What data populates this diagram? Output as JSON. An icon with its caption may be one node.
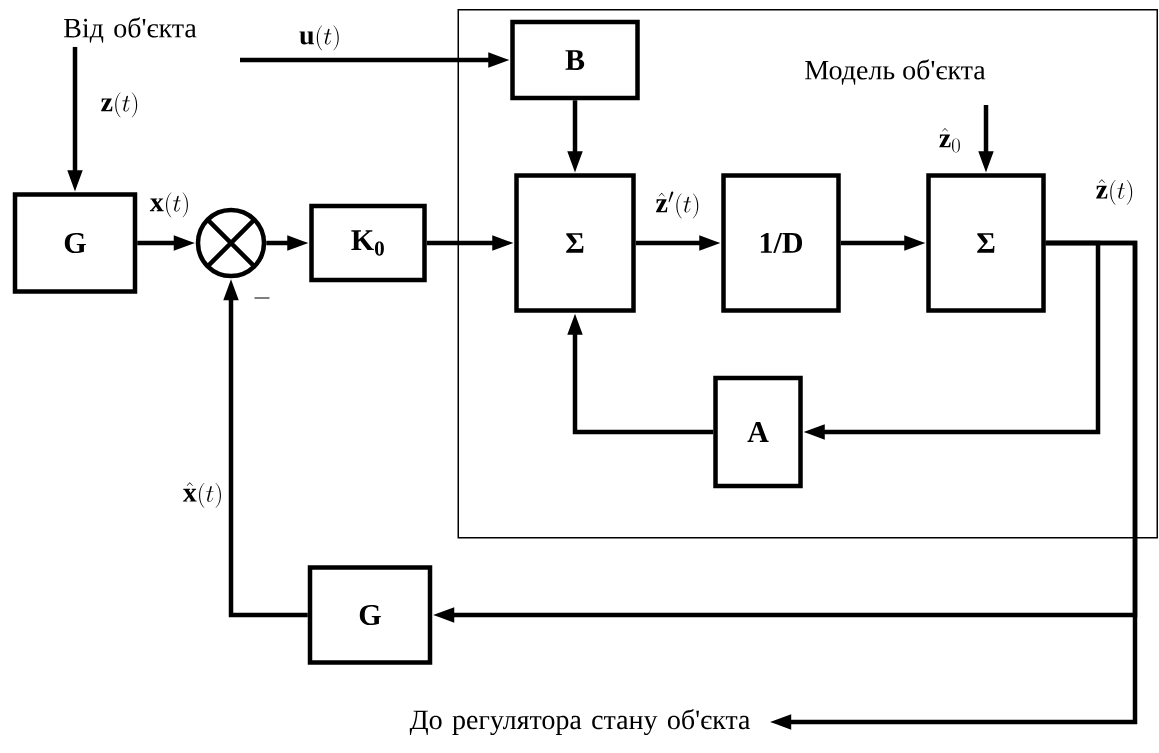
{
  "diagram": {
    "nodes": [
      {
        "text": [
          "Модель об'єкта"
        ]
      },
      {
        "text": [
          "B"
        ],
        "in": 0
      },
      {
        "text": [
          "Σ"
        ],
        "in": 0
      },
      {
        "text": [
          "1/D"
        ],
        "in": 0
      },
      {
        "text": [
          "Σ"
        ],
        "in": 0
      },
      {
        "text": [
          "A"
        ],
        "in": 0
      },
      {
        "text": [
          "G"
        ]
      },
      {
        "text": [],
        "shape": "circle"
      },
      {
        "text": [
          "K$_{0}$"
        ]
      },
      {
        "text": [
          "G"
        ]
      },
      {
        "text": [
          "Від об'єкта"
        ]
      },
      {
        "text": [
          "До регулятора стану об'єкта"
        ]
      }
    ],
    "edges": [
      {
        "from": null,
        "to": 1,
        "arrow": "to",
        "label": "\\mathbf{u}(t)"
      },
      {
        "from": 10,
        "to": 6,
        "arrow": "to",
        "label": "\\mathbf{z}(t)"
      },
      {
        "from": 6,
        "to": 7,
        "arrow": "to",
        "label": "\\mathbf{x}(t)"
      },
      {
        "from": 7,
        "to": 8,
        "arrow": "to"
      },
      {
        "from": 8,
        "to": 2,
        "arrow": "to"
      },
      {
        "from": 1,
        "to": 2,
        "arrow": "to"
      },
      {
        "from": 2,
        "to": 3,
        "arrow": "to",
        "label": "\\hat{\\mathbf{z}}'(t)"
      },
      {
        "from": 3,
        "to": 4,
        "arrow": "to"
      },
      {
        "from": null,
        "to": 4,
        "arrow": "to",
        "label": "\\hat{\\mathbf{z}}_0"
      },
      {
        "from": 4,
        "to": 5,
        "arrow": "to"
      },
      {
        "from": 4,
        "to": 9,
        "arrow": "to"
      },
      {
        "from": 4,
        "to": 11,
        "arrow": "to"
      },
      {
        "from": 5,
        "to": 2,
        "arrow": "to"
      },
      {
        "from": 9,
        "to": 7,
        "arrow": "to",
        "label": "\\hat{\\mathbf{x}}(t)"
      }
    ],
    "labels": [
      "\\hat{\\mathbf{z}}(t)",
      "-"
    ]
  }
}
